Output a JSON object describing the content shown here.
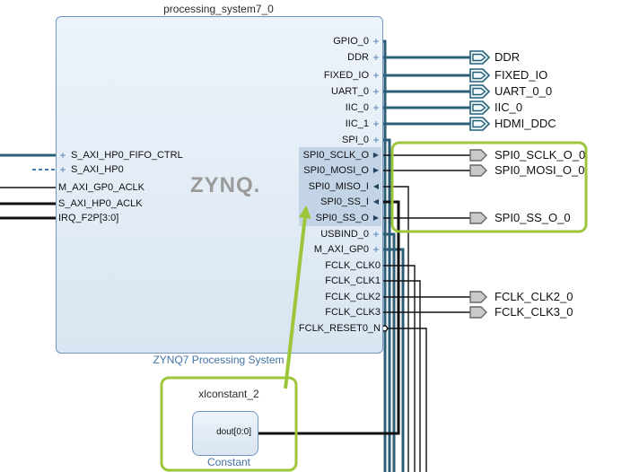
{
  "ps7": {
    "instance_name": "processing_system7_0",
    "type_label": "ZYNQ7 Processing System",
    "logo_text": "ZYNQ.",
    "left_ports": [
      {
        "label": "S_AXI_HP0_FIFO_CTRL",
        "glyph": "+"
      },
      {
        "label": "S_AXI_HP0",
        "glyph": "+"
      },
      {
        "label": "M_AXI_GP0_ACLK",
        "glyph": ""
      },
      {
        "label": "S_AXI_HP0_ACLK",
        "glyph": ""
      },
      {
        "label": "IRQ_F2P[3:0]",
        "glyph": ""
      }
    ],
    "right_ports": [
      {
        "label": "GPIO_0",
        "glyph": "+"
      },
      {
        "label": "DDR",
        "glyph": "+"
      },
      {
        "label": "FIXED_IO",
        "glyph": "+"
      },
      {
        "label": "UART_0",
        "glyph": "+"
      },
      {
        "label": "IIC_0",
        "glyph": "+"
      },
      {
        "label": "IIC_1",
        "glyph": "+"
      },
      {
        "label": "SPI_0",
        "glyph": "+"
      },
      {
        "label": "SPI0_SCLK_O",
        "glyph": "▶"
      },
      {
        "label": "SPI0_MOSI_O",
        "glyph": "▶"
      },
      {
        "label": "SPI0_MISO_I",
        "glyph": "◀"
      },
      {
        "label": "SPI0_SS_I",
        "glyph": "◀"
      },
      {
        "label": "SPI0_SS_O",
        "glyph": "▶"
      },
      {
        "label": "USBIND_0",
        "glyph": "+"
      },
      {
        "label": "M_AXI_GP0",
        "glyph": "+"
      },
      {
        "label": "FCLK_CLK0",
        "glyph": ""
      },
      {
        "label": "FCLK_CLK1",
        "glyph": ""
      },
      {
        "label": "FCLK_CLK2",
        "glyph": ""
      },
      {
        "label": "FCLK_CLK3",
        "glyph": ""
      },
      {
        "label": "FCLK_RESET0_N",
        "glyph": ""
      }
    ]
  },
  "constant_block": {
    "instance_name": "xlconstant_2",
    "type_label": "Constant",
    "port_label": "dout[0:0]"
  },
  "external_ports": [
    {
      "label": "DDR",
      "kind": "interface"
    },
    {
      "label": "FIXED_IO",
      "kind": "interface"
    },
    {
      "label": "UART_0_0",
      "kind": "interface"
    },
    {
      "label": "IIC_0",
      "kind": "interface"
    },
    {
      "label": "HDMI_DDC",
      "kind": "interface"
    },
    {
      "label": "SPI0_SCLK_O_0",
      "kind": "scalar"
    },
    {
      "label": "SPI0_MOSI_O_0",
      "kind": "scalar"
    },
    {
      "label": "SPI0_SS_O_0",
      "kind": "scalar"
    },
    {
      "label": "FCLK_CLK2_0",
      "kind": "scalar"
    },
    {
      "label": "FCLK_CLK3_0",
      "kind": "scalar"
    }
  ],
  "icons": {
    "interface_port_icon": "double-pentagon-right",
    "scalar_port_icon": "gray-pentagon-right",
    "active_low_bubble": "small-circle",
    "expand_plus": "+",
    "output_arrow": "▶",
    "input_arrow": "◀"
  },
  "colors": {
    "block_fill_top": "#EDF3FA",
    "block_fill_bottom": "#D9E5F2",
    "block_border": "#7396BD",
    "type_label_blue": "#4473A7",
    "interface_wire": "#2D5E78",
    "scalar_wire": "#111111",
    "pin_highlight": "#C3D4E6",
    "annotation_green": "#9DC63B",
    "scalar_port_fill": "#C9C9C9",
    "logo_gray": "#9A9A9A"
  }
}
